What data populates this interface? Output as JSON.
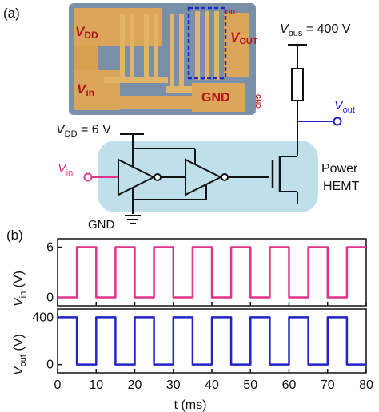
{
  "panel_a": {
    "label": "(a)",
    "chip": {
      "vdd": "V",
      "vdd_sub": "DD",
      "vin": "V",
      "vin_sub": "in",
      "vout": "V",
      "vout_sub": "OUT",
      "gnd": "GND",
      "small_out": "OUT",
      "small_gnd": "GND"
    },
    "circuit": {
      "vbus": "V",
      "vbus_sub": "bus",
      "vbus_value": " = 400 V",
      "vdd": "V",
      "vdd_sub": "DD",
      "vdd_value": " = 6 V",
      "vin": "V",
      "vin_sub": "in",
      "vout": "V",
      "vout_sub": "out",
      "gnd": "GND",
      "hemt_line1": "Power",
      "hemt_line2": "HEMT"
    },
    "colors": {
      "vin": "#e0338a",
      "vout": "#2323c8",
      "highlight": "#bfe0ea"
    }
  },
  "panel_b": {
    "label": "(b)",
    "xlabel": "t (ms)",
    "top_ylabel": "V",
    "top_ylabel_sub": "in",
    "top_ylabel_unit": " (V)",
    "bottom_ylabel": "V",
    "bottom_ylabel_sub": "out",
    "bottom_ylabel_unit": " (V)"
  },
  "chart_data": [
    {
      "type": "line",
      "series": [
        {
          "name": "",
          "color": "#e0338a",
          "x": [
            0,
            5,
            5,
            10,
            10,
            15,
            15,
            20,
            20,
            25,
            25,
            30,
            30,
            35,
            35,
            40,
            40,
            45,
            45,
            50,
            50,
            55,
            55,
            60,
            60,
            65,
            65,
            70,
            70,
            75,
            75,
            80
          ],
          "values": [
            0,
            0,
            6,
            6,
            0,
            0,
            6,
            6,
            0,
            0,
            6,
            6,
            0,
            0,
            6,
            6,
            0,
            0,
            6,
            6,
            0,
            0,
            6,
            6,
            0,
            0,
            6,
            6,
            0,
            0,
            6,
            6
          ]
        }
      ],
      "xlim": [
        0,
        80
      ],
      "ylim": [
        -1,
        7
      ],
      "yticks": [
        0,
        6
      ],
      "xlabel": "",
      "ylabel": "Vin (V)"
    },
    {
      "type": "line",
      "series": [
        {
          "name": "",
          "color": "#2323c8",
          "x": [
            0,
            5,
            5,
            10,
            10,
            15,
            15,
            20,
            20,
            25,
            25,
            30,
            30,
            35,
            35,
            40,
            40,
            45,
            45,
            50,
            50,
            55,
            55,
            60,
            60,
            65,
            65,
            70,
            70,
            75,
            75,
            80
          ],
          "values": [
            400,
            400,
            0,
            0,
            400,
            400,
            0,
            0,
            400,
            400,
            0,
            0,
            400,
            400,
            0,
            0,
            400,
            400,
            0,
            0,
            400,
            400,
            0,
            0,
            400,
            400,
            0,
            0,
            400,
            400,
            0,
            0
          ]
        }
      ],
      "xlim": [
        0,
        80
      ],
      "ylim": [
        -70,
        470
      ],
      "yticks": [
        0,
        400
      ],
      "xticks": [
        0,
        10,
        20,
        30,
        40,
        50,
        60,
        70,
        80
      ],
      "xlabel": "t (ms)",
      "ylabel": "Vout (V)"
    }
  ]
}
